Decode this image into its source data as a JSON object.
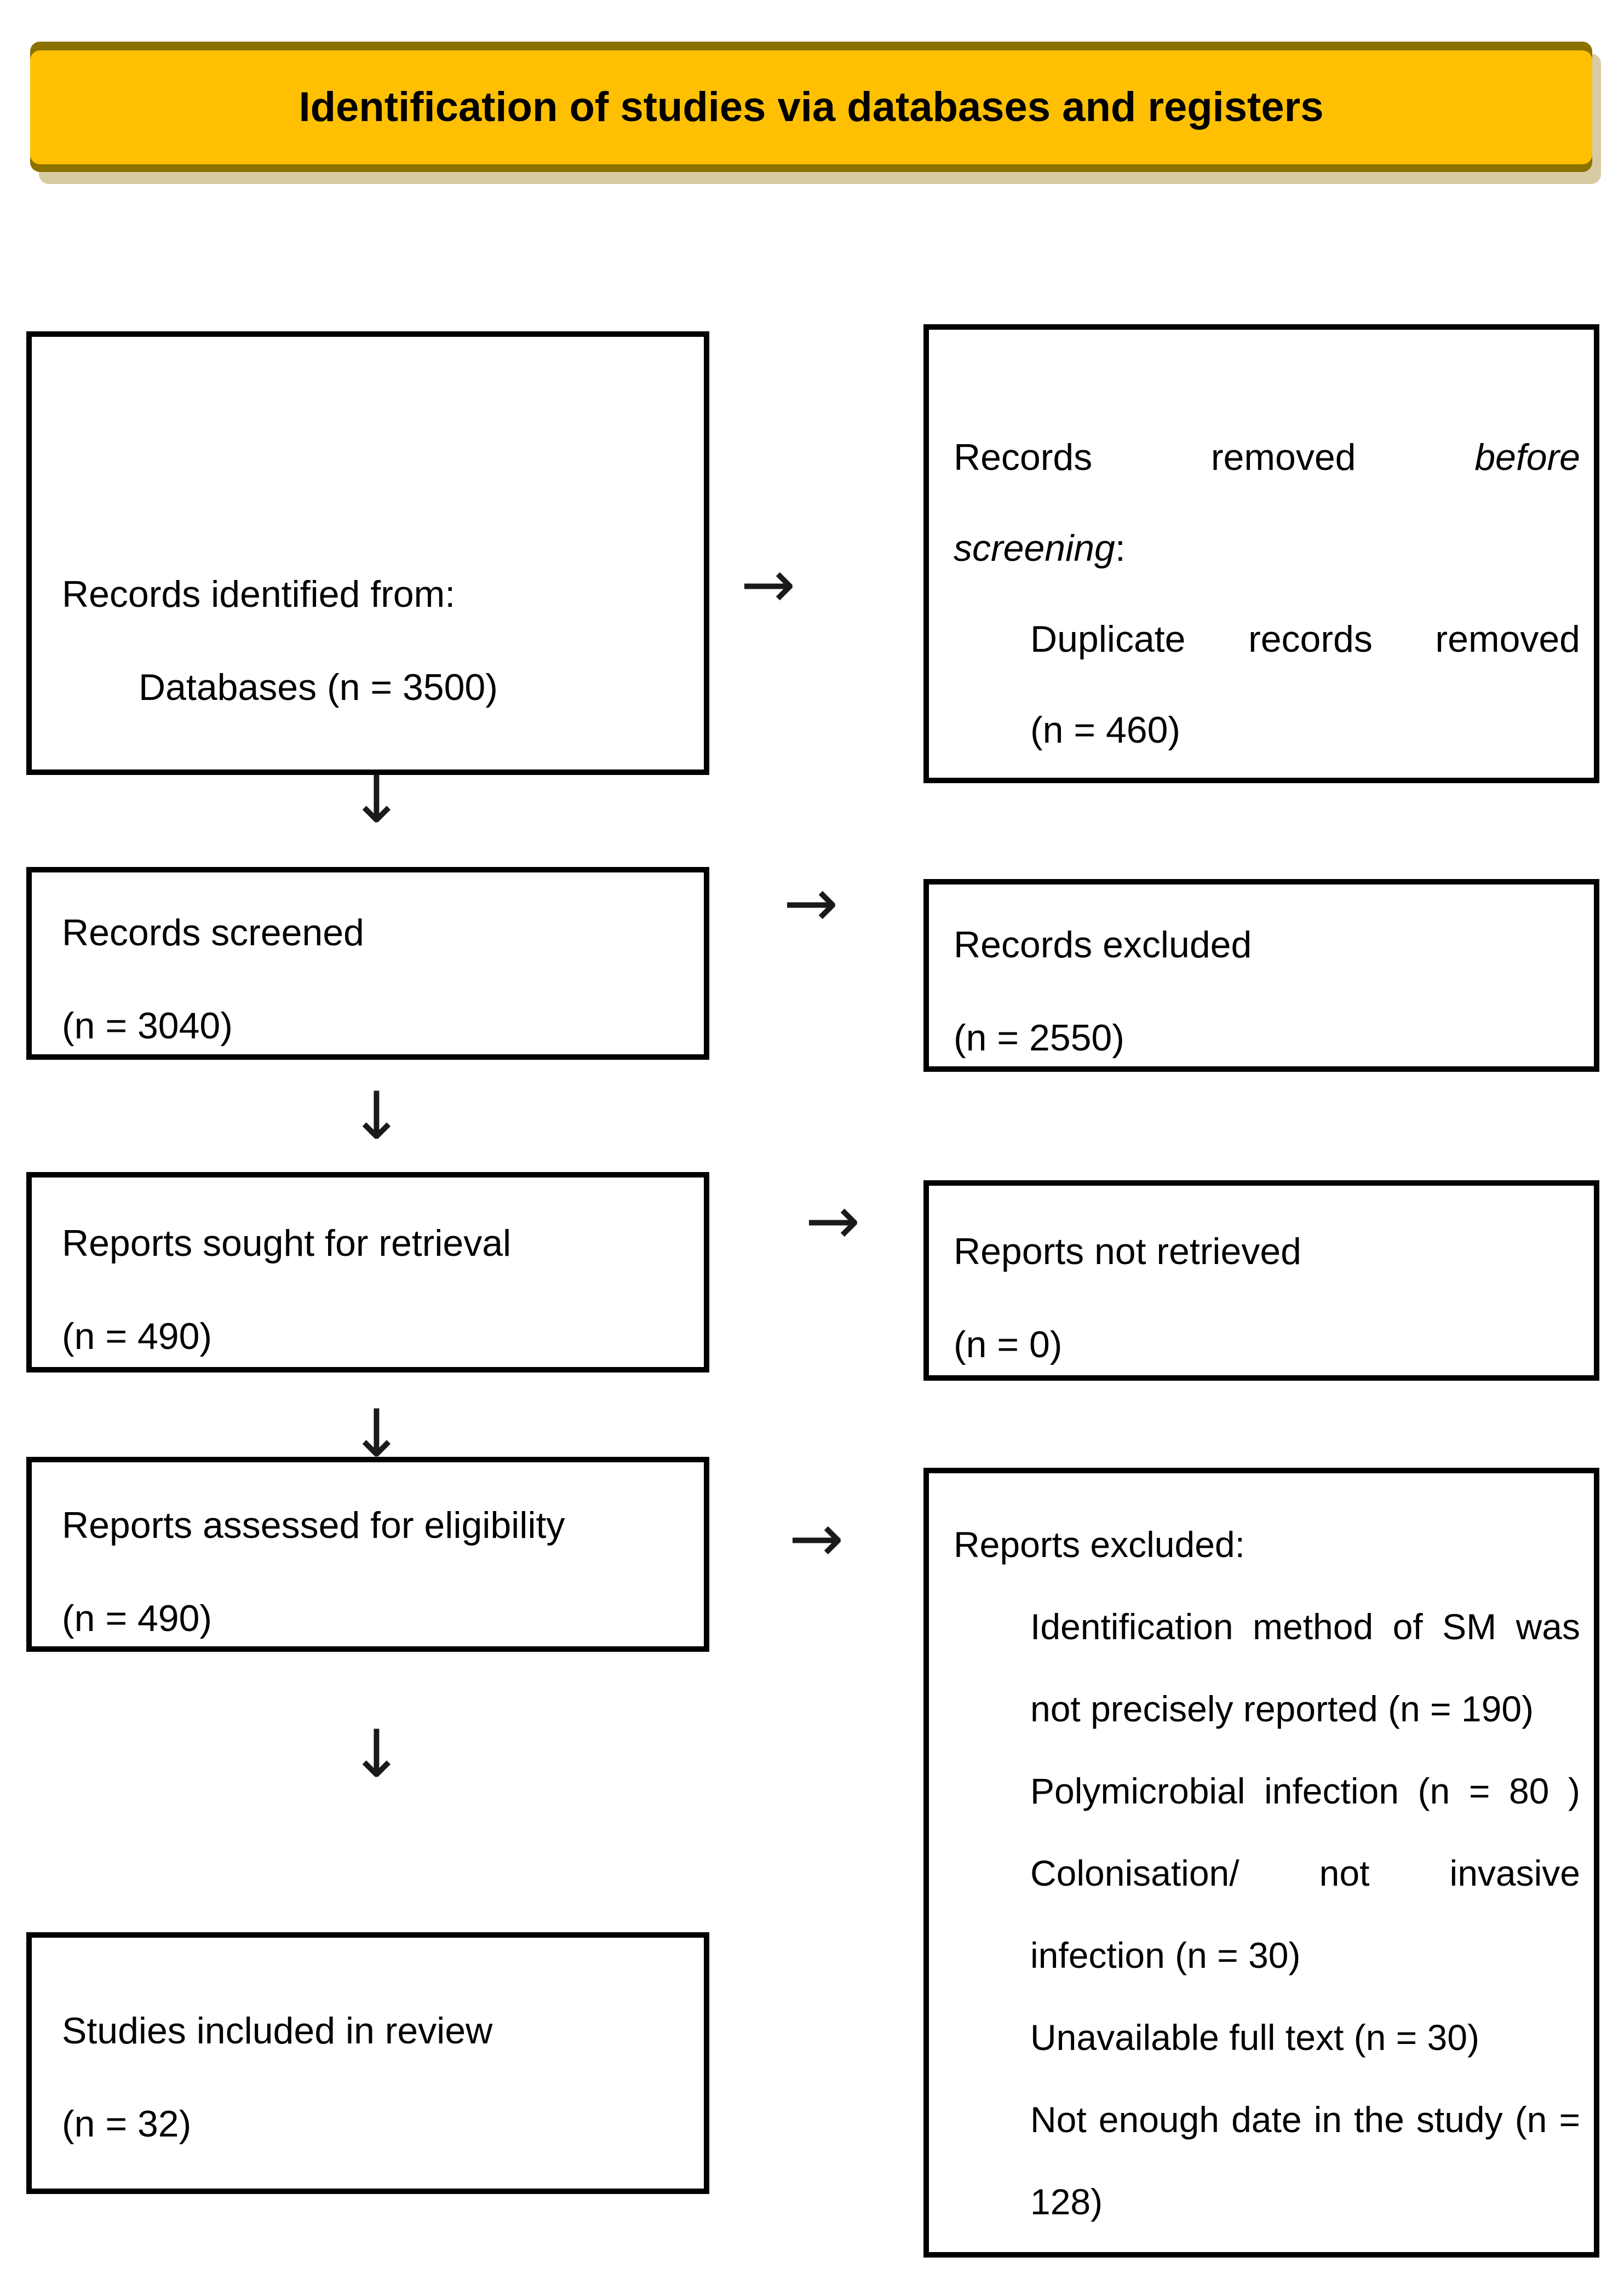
{
  "header": {
    "title": "Identification of studies via databases and registers"
  },
  "icons": {
    "right_arrow": "→",
    "down_arrow": "↓"
  },
  "colors": {
    "header_bg": "#FFC003",
    "header_bevel": "#8A7100",
    "header_shadow": "#D7CBA3",
    "box_border": "#000000",
    "background": "#FFFFFF",
    "text": "#000000"
  },
  "boxes": {
    "left1": {
      "lines": [
        {
          "segments": [
            {
              "t": "Records identified from:"
            }
          ]
        },
        {
          "segments": [
            {
              "t": "Databases (n = 3500)"
            }
          ],
          "indent": 1
        }
      ]
    },
    "right1": {
      "lines": [
        {
          "segments": [
            {
              "t": "Records removed "
            },
            {
              "t": "before",
              "i": true
            }
          ],
          "justify": true
        },
        {
          "segments": [
            {
              "t": "screening",
              "i": true
            },
            {
              "t": ":"
            }
          ]
        },
        {
          "segments": [
            {
              "t": "Duplicate records removed"
            }
          ],
          "indent": 1,
          "justify": true
        },
        {
          "segments": [
            {
              "t": "(n = 460)"
            }
          ],
          "indent": 1
        }
      ]
    },
    "left2": {
      "lines": [
        {
          "segments": [
            {
              "t": "Records screened"
            }
          ]
        },
        {
          "segments": [
            {
              "t": "(n = 3040)"
            }
          ]
        }
      ]
    },
    "right2": {
      "lines": [
        {
          "segments": [
            {
              "t": "Records excluded"
            }
          ]
        },
        {
          "segments": [
            {
              "t": "(n = 2550)"
            }
          ]
        }
      ]
    },
    "left3": {
      "lines": [
        {
          "segments": [
            {
              "t": "Reports sought for retrieval"
            }
          ]
        },
        {
          "segments": [
            {
              "t": "(n = 490)"
            }
          ]
        }
      ]
    },
    "right3": {
      "lines": [
        {
          "segments": [
            {
              "t": "Reports not retrieved"
            }
          ]
        },
        {
          "segments": [
            {
              "t": "(n = 0)"
            }
          ]
        }
      ]
    },
    "left4": {
      "lines": [
        {
          "segments": [
            {
              "t": "Reports assessed for eligibility"
            }
          ]
        },
        {
          "segments": [
            {
              "t": "(n = 490)"
            }
          ]
        }
      ]
    },
    "right4": {
      "lines": [
        {
          "segments": [
            {
              "t": "Reports excluded:"
            }
          ]
        },
        {
          "segments": [
            {
              "t": "Identification method of SM was"
            }
          ],
          "indent": 1,
          "justify": true
        },
        {
          "segments": [
            {
              "t": "not precisely reported (n = 190)"
            }
          ],
          "indent": 1
        },
        {
          "segments": [
            {
              "t": "Polymicrobial infection (n = 80 )"
            }
          ],
          "indent": 1,
          "justify": true
        },
        {
          "segments": [
            {
              "t": "Colonisation/ not invasive"
            }
          ],
          "indent": 1,
          "justify": true
        },
        {
          "segments": [
            {
              "t": "infection (n = 30)"
            }
          ],
          "indent": 1
        },
        {
          "segments": [
            {
              "t": "Unavailable full text (n = 30)"
            }
          ],
          "indent": 1
        },
        {
          "segments": [
            {
              "t": "Not enough date in the study (n ="
            }
          ],
          "indent": 1,
          "justify": true
        },
        {
          "segments": [
            {
              "t": "128)"
            }
          ],
          "indent": 1
        }
      ]
    },
    "left5": {
      "lines": [
        {
          "segments": [
            {
              "t": "Studies included in review"
            }
          ]
        },
        {
          "segments": [
            {
              "t": "(n = 32)"
            }
          ]
        }
      ]
    }
  }
}
